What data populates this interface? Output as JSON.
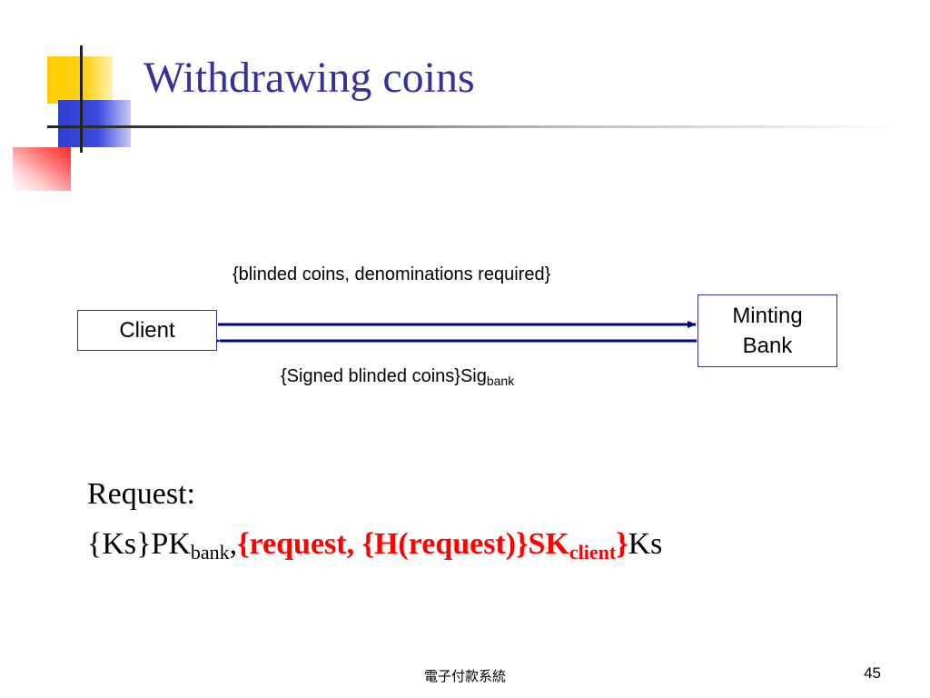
{
  "slide": {
    "title": "Withdrawing coins",
    "footer_text": "電子付款系統",
    "page_number": "45"
  },
  "diagram": {
    "client_label": "Client",
    "bank_label_line1": "Minting",
    "bank_label_line2": "Bank",
    "request_message": "{blinded coins, denominations required}",
    "response_message_main": "{Signed blinded coins}Sig",
    "response_message_sub": "bank"
  },
  "request": {
    "label": "Request:",
    "part1_main": "{Ks}PK",
    "part1_sub": "bank",
    "part1_comma": ",",
    "part2_main": "{request, {H(request)}SK",
    "part2_sub": "client",
    "part2_close": "}",
    "part3": "Ks"
  },
  "colors": {
    "title": "#333399",
    "highlight": "#ff0000",
    "arrow": "#000080"
  }
}
